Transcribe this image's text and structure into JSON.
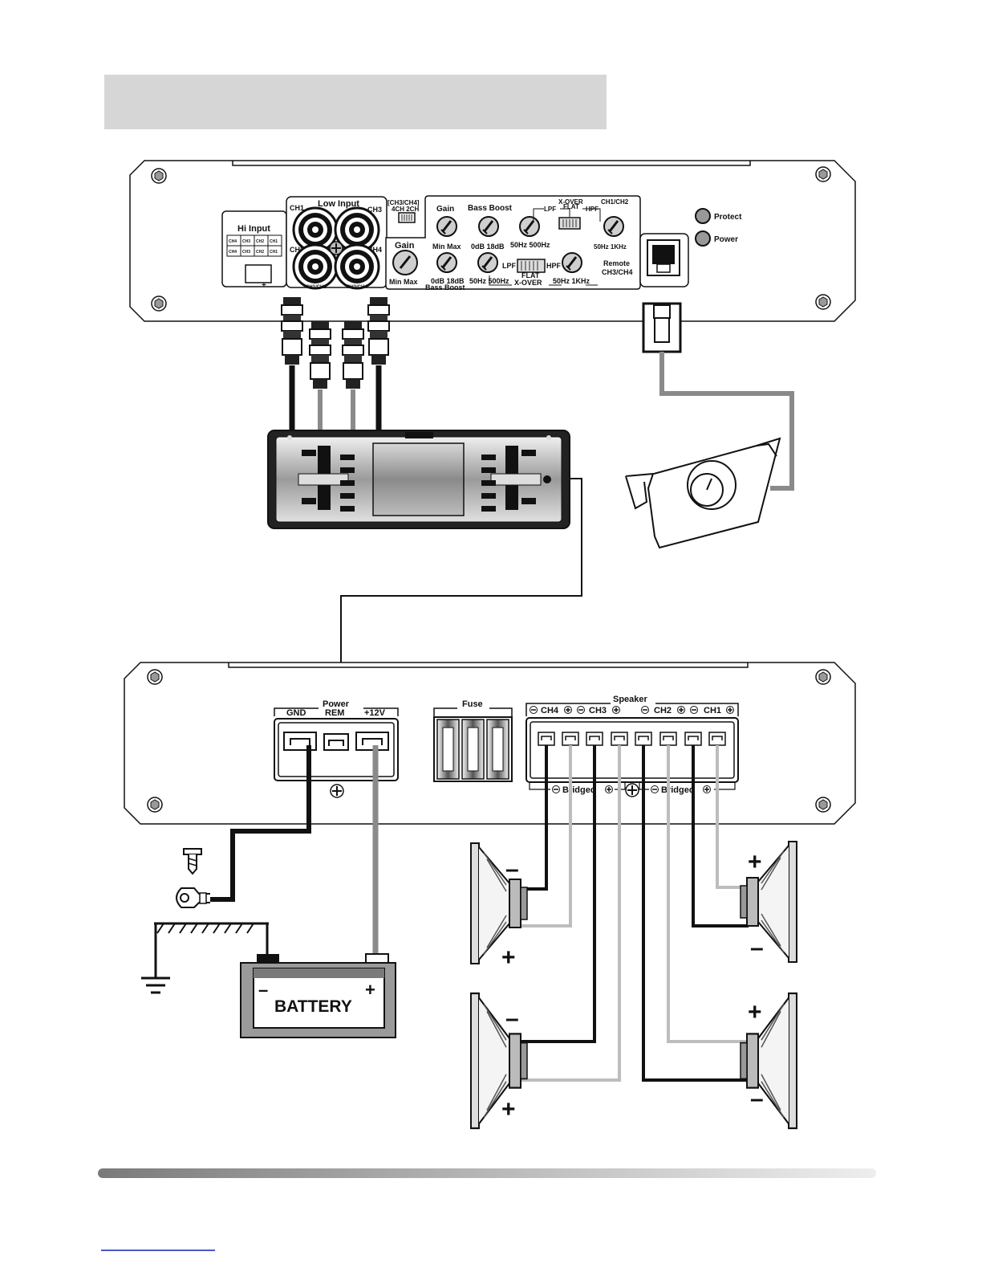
{
  "top_amp": {
    "hi_input": {
      "label": "Hi Input",
      "row1": [
        "CH4",
        "CH3",
        "CH2",
        "CH1"
      ],
      "row2": [
        "CH4",
        "CH3",
        "CH2",
        "CH1"
      ],
      "polarity": "+"
    },
    "low_input": {
      "label": "Low Input",
      "ch1": "CH1",
      "ch2": "CH2",
      "ch3": "CH3",
      "ch4": "CH4",
      "bottom_left": "CH1/CH2",
      "bottom_right": "CH3/CH4"
    },
    "mode_switch": {
      "label": "[CH3/CH4]",
      "sublabel": "4CH 2CH"
    },
    "upper": {
      "gain_label": "Gain",
      "gain_scale": "Min Max",
      "bass_label": "Bass Boost",
      "bass_scale": "0dB 18dB",
      "lpf_scale": "50Hz 500Hz",
      "xover_label": "X-OVER",
      "lpf": "LPF",
      "flat": "FLAT",
      "hpf": "HPF",
      "ch_label": "CH1/CH2",
      "hpf_scale": "50Hz   1KHz"
    },
    "lower": {
      "gain_label": "Gain",
      "gain_scale": "Min Max",
      "bass_scale": "0dB 18dB",
      "bass_label": "Bass Boost",
      "lpf_scale": "50Hz 500Hz",
      "lpf": "LPF",
      "hpf": "HPF",
      "flat": "FLAT",
      "xover_label": "X-OVER",
      "hpf_scale": "50Hz   1KHz"
    },
    "remote": {
      "label": "Remote",
      "sublabel": "CH3/CH4"
    },
    "leds": {
      "protect": "Protect",
      "power": "Power"
    }
  },
  "bottom_amp": {
    "power": {
      "label": "Power",
      "gnd": "GND",
      "rem": "REM",
      "v12": "+12V"
    },
    "fuse": {
      "label": "Fuse"
    },
    "speaker": {
      "label": "Speaker",
      "ch4": "CH4",
      "ch3": "CH3",
      "ch2": "CH2",
      "ch1": "CH1",
      "bridged": "Bridged"
    }
  },
  "battery": {
    "label": "BATTERY",
    "neg": "–",
    "pos": "+"
  },
  "speaker_polarity": {
    "plus": "+",
    "minus": "–"
  },
  "colors": {
    "wire_dark": "#111111",
    "wire_gray": "#8a8a8a",
    "wire_light": "#bdbdbd",
    "header_bg": "#d6d6d6",
    "panel_bg": "#ffffff"
  }
}
